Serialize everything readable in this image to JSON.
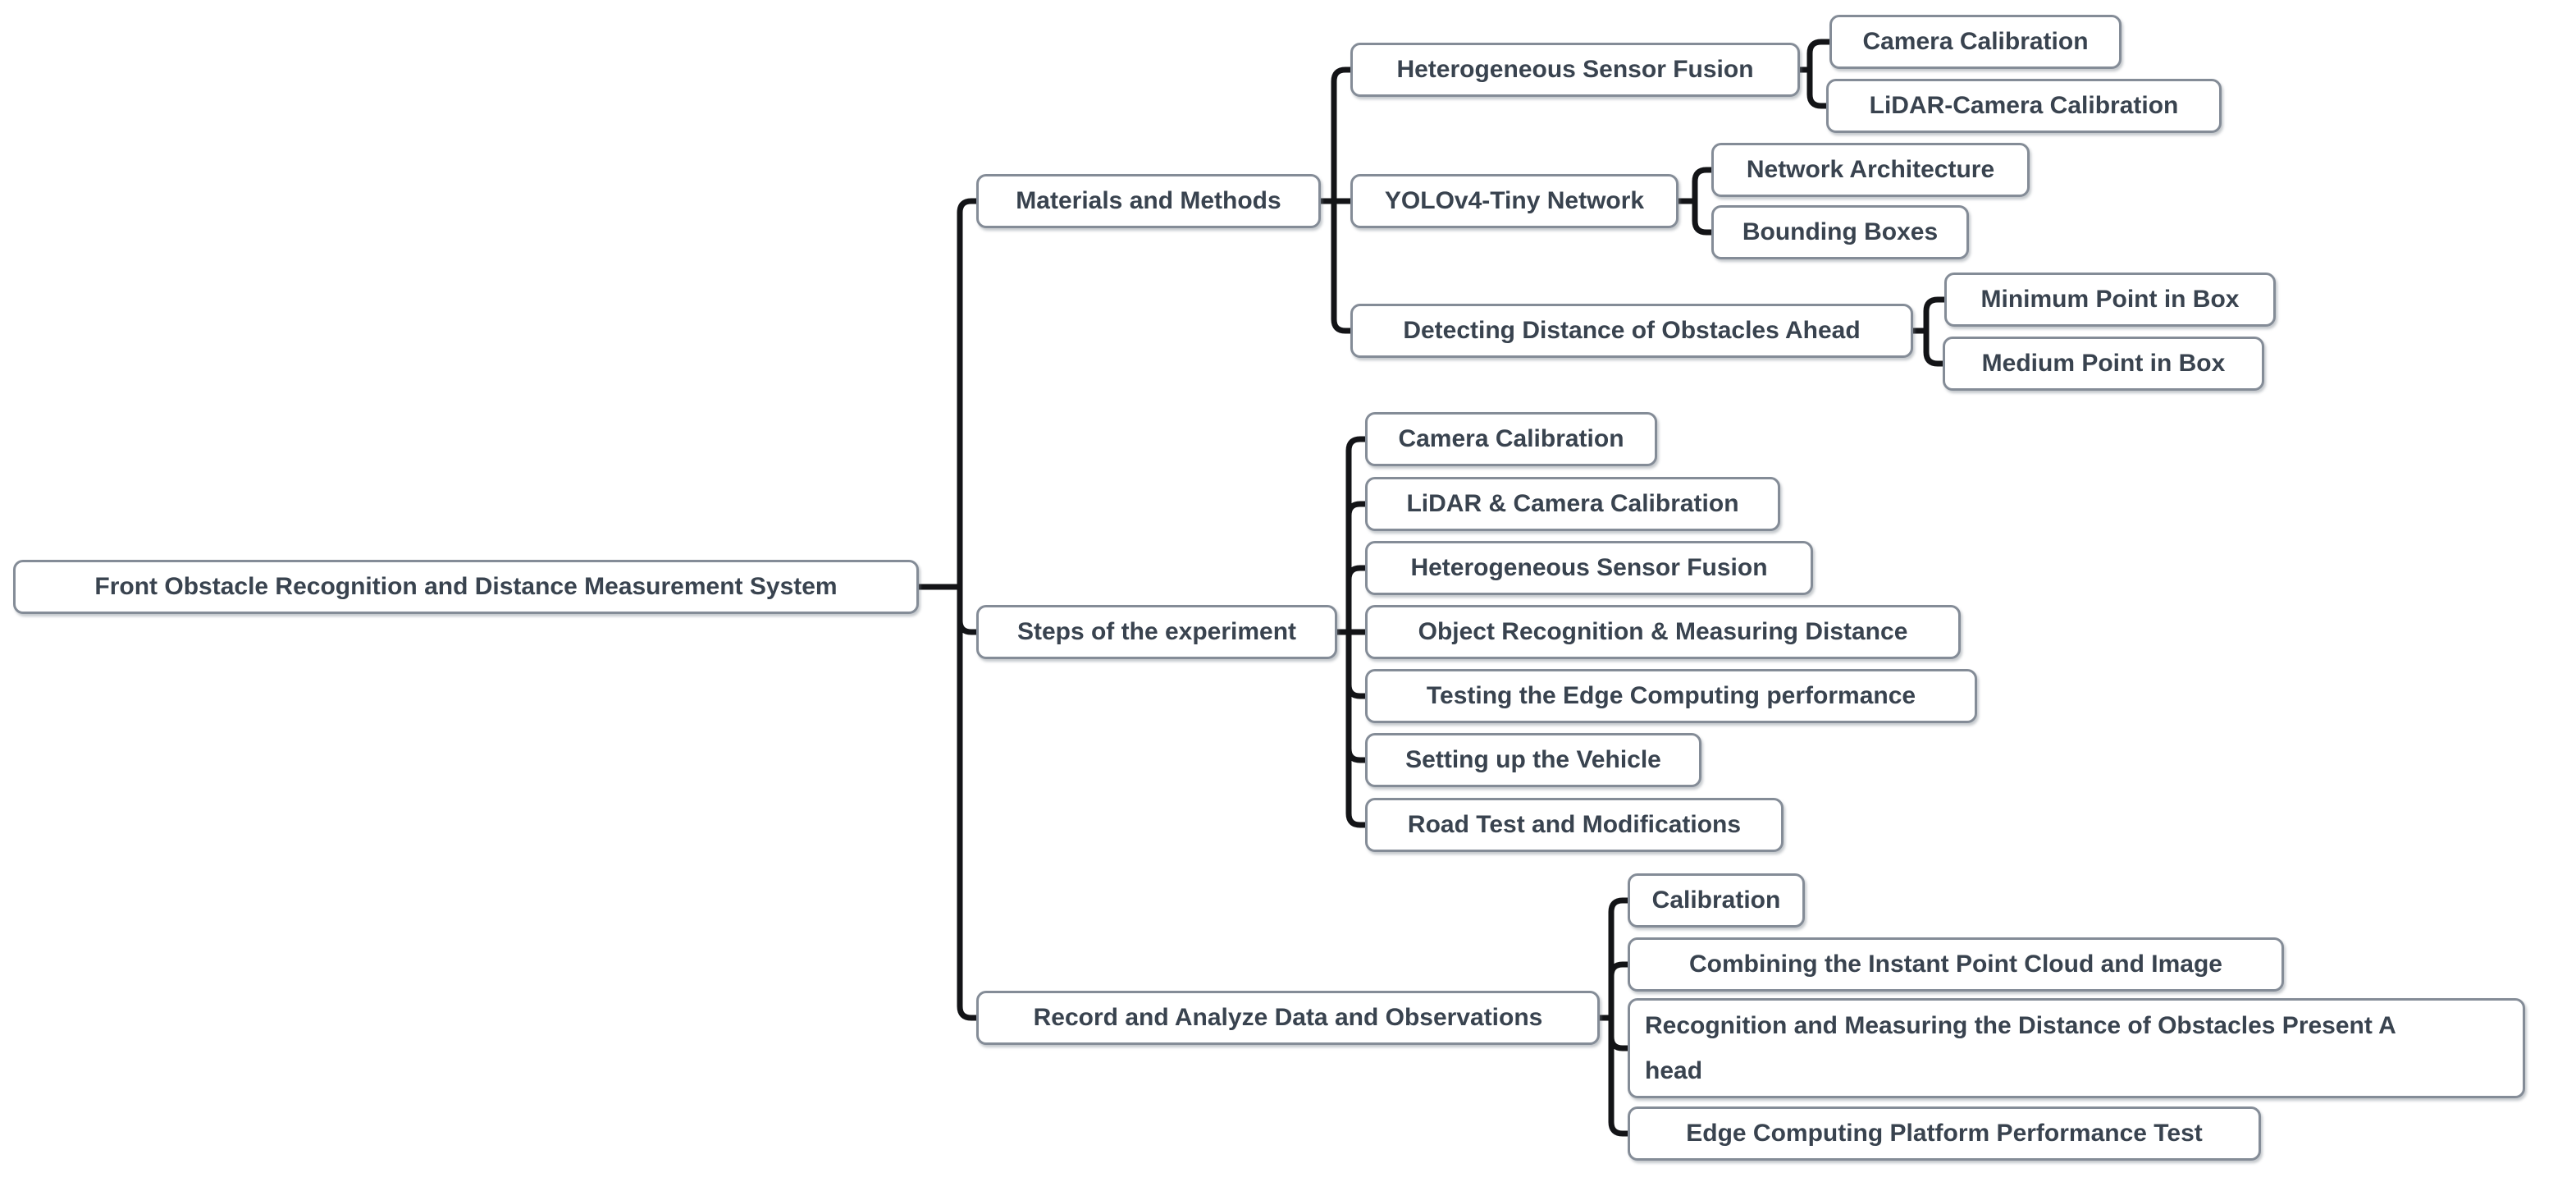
{
  "diagram": {
    "type": "mindmap",
    "colors": {
      "background": "#ffffff",
      "box_fill": "#ffffff",
      "box_border": "#848c97",
      "text": "#39434f",
      "line": "#131417"
    },
    "root": {
      "label": "Front Obstacle Recognition and Distance Measurement System"
    },
    "branches": [
      {
        "label": "Materials and Methods",
        "children": [
          {
            "label": "Heterogeneous Sensor Fusion",
            "children": [
              {
                "label": "Camera Calibration"
              },
              {
                "label": "LiDAR-Camera Calibration"
              }
            ]
          },
          {
            "label": "YOLOv4-Tiny Network",
            "children": [
              {
                "label": "Network Architecture"
              },
              {
                "label": "Bounding Boxes"
              }
            ]
          },
          {
            "label": "Detecting Distance of Obstacles Ahead",
            "children": [
              {
                "label": "Minimum Point in Box"
              },
              {
                "label": "Medium Point in Box"
              }
            ]
          }
        ]
      },
      {
        "label": "Steps of the experiment",
        "children": [
          {
            "label": "Camera Calibration"
          },
          {
            "label": "LiDAR & Camera Calibration"
          },
          {
            "label": "Heterogeneous Sensor Fusion"
          },
          {
            "label": "Object Recognition & Measuring Distance"
          },
          {
            "label": "Testing the Edge Computing performance"
          },
          {
            "label": "Setting up the Vehicle"
          },
          {
            "label": "Road Test and Modifications"
          }
        ]
      },
      {
        "label": "Record and Analyze Data and Observations",
        "children": [
          {
            "label": "Calibration"
          },
          {
            "label": "Combining the Instant Point Cloud and Image"
          },
          {
            "label": "Recognition and Measuring the Distance of Obstacles Present A\nhead"
          },
          {
            "label": "Edge Computing Platform Performance Test"
          }
        ]
      }
    ]
  }
}
